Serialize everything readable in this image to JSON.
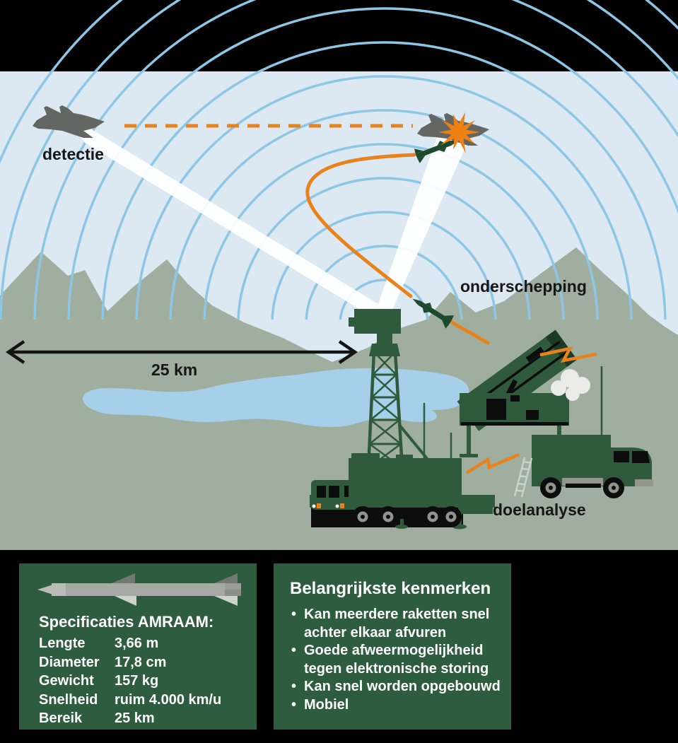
{
  "scene": {
    "labels": {
      "detection": "detectie",
      "interception": "onderschepping",
      "target_analysis": "doelanalyse",
      "range_distance": "25 km"
    },
    "colors": {
      "background": "#000000",
      "sky": "#dce9f2",
      "radar_arc_blue": "#8ec6e5",
      "land_green_gray": "#9fae9f",
      "lake_blue": "#a6cfe9",
      "vehicle_dark_green": "#2f5b3c",
      "missile_dark_green": "#1d4a2c",
      "accent_orange": "#e8821c",
      "explosion_orange": "#ee8113",
      "jet_gray": "#636663",
      "beam_white": "#ffffff",
      "panel_green": "#2d5c3e"
    }
  },
  "specs_panel": {
    "title": "Specificaties AMRAAM:",
    "rows": [
      {
        "label": "Lengte",
        "value": "3,66 m"
      },
      {
        "label": "Diameter",
        "value": "17,8 cm"
      },
      {
        "label": "Gewicht",
        "value": "157 kg"
      },
      {
        "label": "Snelheid",
        "value": "ruim 4.000 km/u"
      },
      {
        "label": "Bereik",
        "value": "25 km"
      }
    ]
  },
  "features_panel": {
    "title": "Belangrijkste kenmerken",
    "items": [
      "Kan meerdere raketten snel achter elkaar afvuren",
      "Goede afweermogelijkheid tegen elektronische storing",
      "Kan snel worden opgebouwd",
      "Mobiel"
    ]
  }
}
